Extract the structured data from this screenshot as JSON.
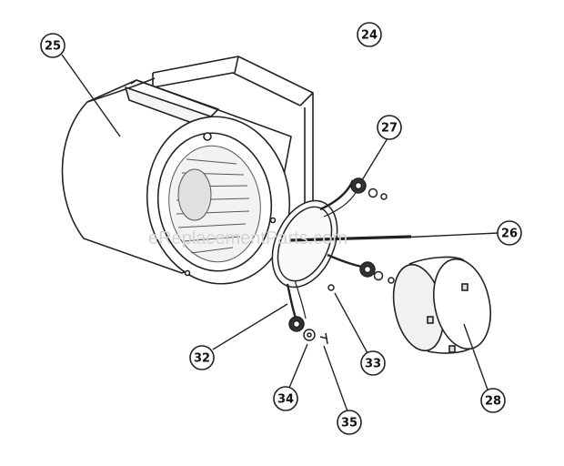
{
  "diagram": {
    "watermark": "eReplacementParts.com",
    "callouts": [
      {
        "id": "c25",
        "label": "25"
      },
      {
        "id": "c24",
        "label": "24"
      },
      {
        "id": "c27",
        "label": "27"
      },
      {
        "id": "c26",
        "label": "26"
      },
      {
        "id": "c32",
        "label": "32"
      },
      {
        "id": "c33",
        "label": "33"
      },
      {
        "id": "c34",
        "label": "34"
      },
      {
        "id": "c35",
        "label": "35"
      },
      {
        "id": "c28",
        "label": "28"
      }
    ]
  },
  "colors": {
    "line": "#222222",
    "shade": "#cfcfcf",
    "watermark": "#d4d4d4"
  }
}
